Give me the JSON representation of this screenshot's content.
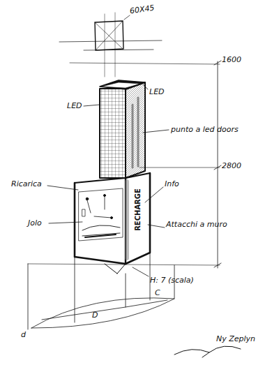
{
  "diagram": {
    "labels": [
      "60X45",
      "1600",
      "LED",
      "LED",
      "punto a led doors",
      "2800",
      "Ricarica",
      "RECHARGE",
      "Info",
      "Attacchi a muro",
      "Jolo",
      "H: 7 (scala)",
      "d",
      "D",
      "C",
      "Ny Zeplyn"
    ]
  }
}
